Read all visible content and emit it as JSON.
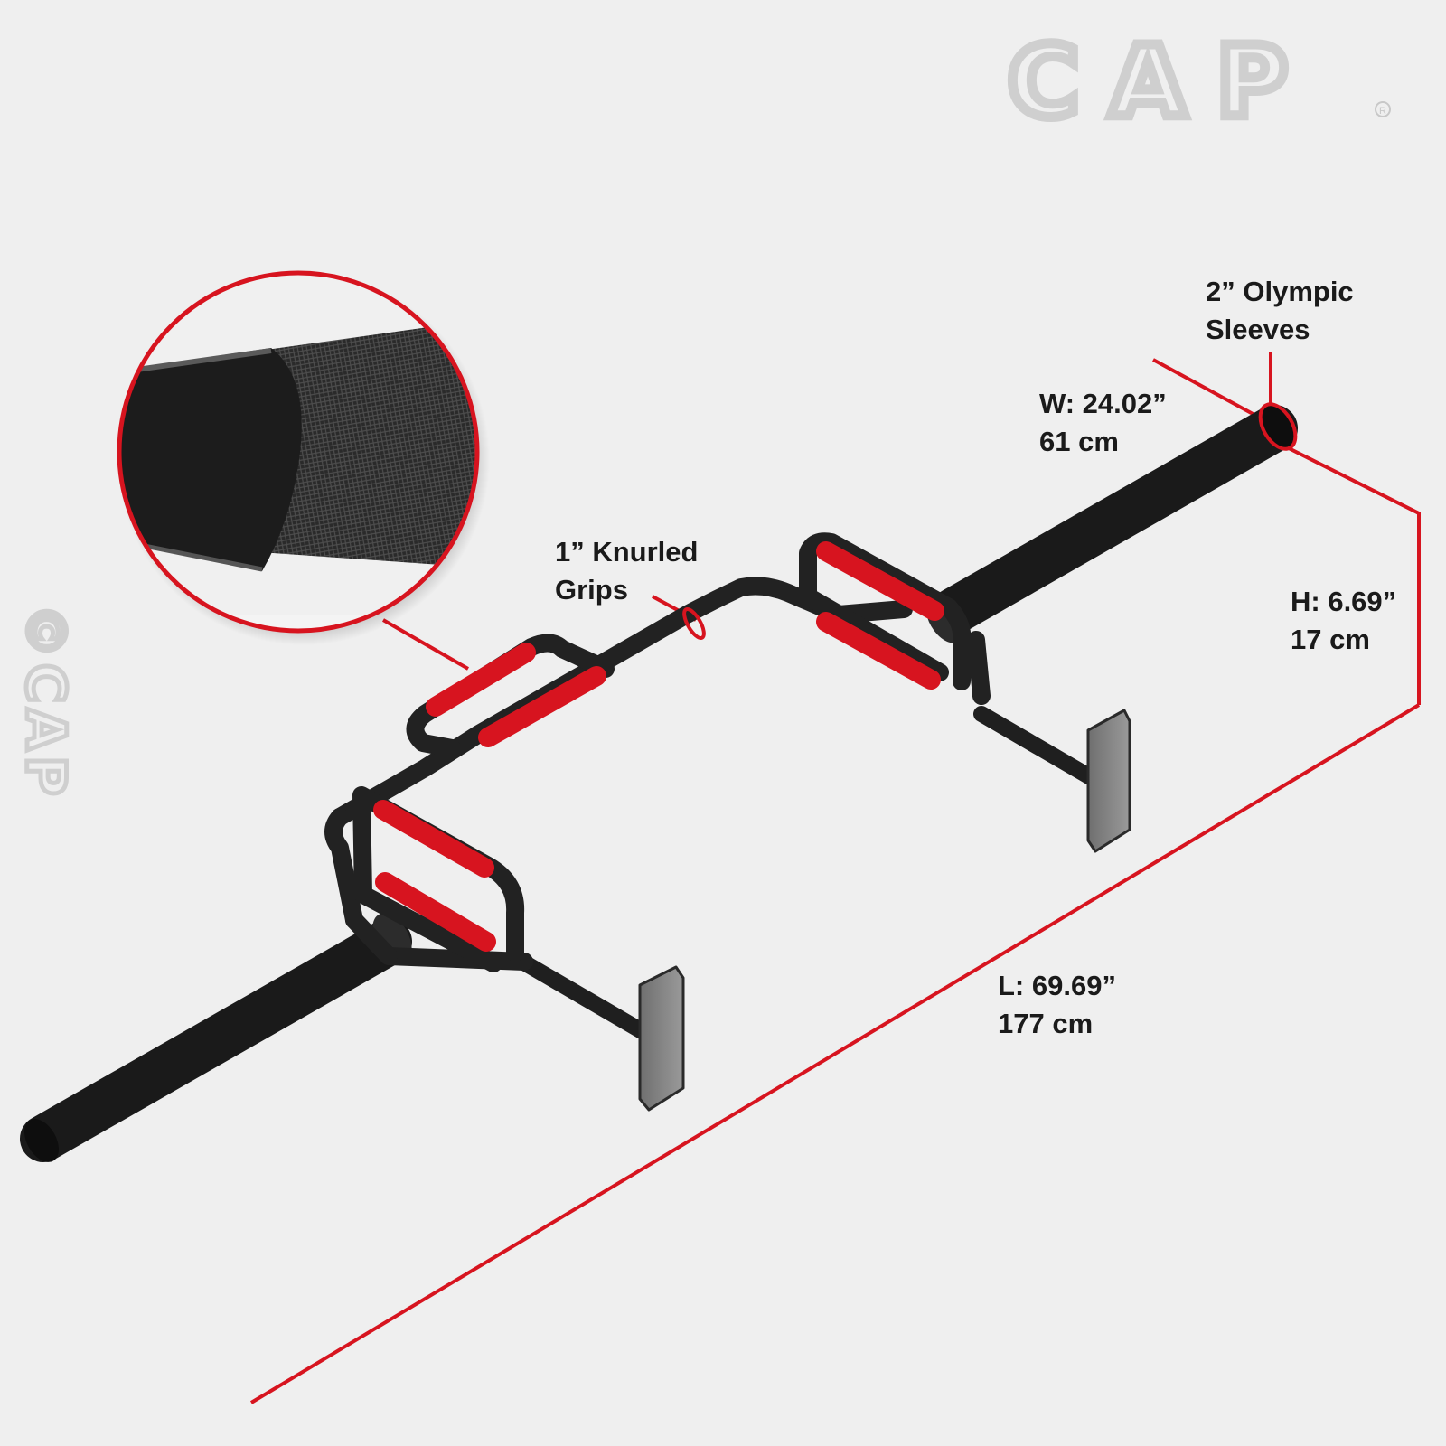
{
  "brand": {
    "logo": "CAP",
    "registered_mark": "R",
    "watermark": "©CAP"
  },
  "colors": {
    "accent": "#d7141f",
    "bar": "#1f1f1f",
    "plate": "#8c8c8c",
    "background": "#efefef"
  },
  "callouts": {
    "sleeves": {
      "line1": "2” Olympic",
      "line2": "Sleeves"
    },
    "grips": {
      "line1": "1” Knurled",
      "line2": "Grips"
    },
    "width": {
      "line1": "W: 24.02”",
      "line2": "61 cm"
    },
    "height": {
      "line1": "H: 6.69”",
      "line2": "17 cm"
    },
    "length": {
      "line1": "L: 69.69”",
      "line2": "177 cm"
    }
  },
  "inset": {
    "subject": "knurled grip close-up"
  }
}
